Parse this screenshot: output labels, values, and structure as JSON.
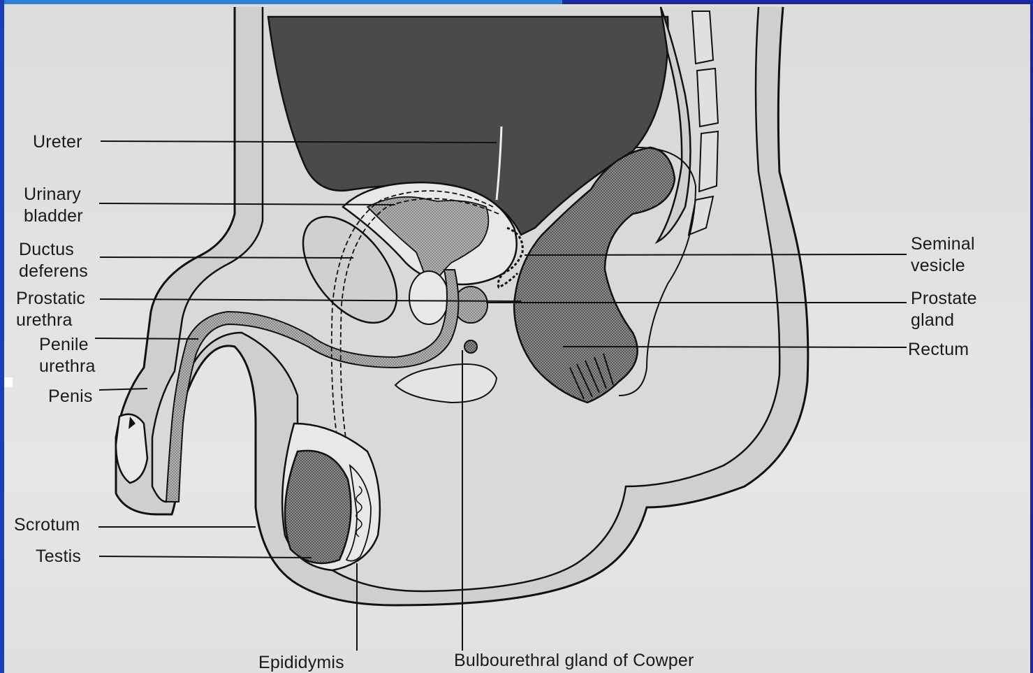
{
  "labels": {
    "ureter": "Ureter",
    "urinary_bladder": "Urinary\nbladder",
    "ductus_deferens": "Ductus\ndeferens",
    "prostatic_urethra": "Prostatic\nurethra",
    "penile_urethra": "Penile\nurethra",
    "penis": "Penis",
    "scrotum": "Scrotum",
    "testis": "Testis",
    "seminal_vesicle": "Seminal\nvesicle",
    "prostate_gland": "Prostate\ngland",
    "rectum": "Rectum",
    "epididymis": "Epididymis",
    "bulbourethral_gland": "Bulbourethral gland of Cowper"
  },
  "colors": {
    "frame_blue": "#1a2a9a",
    "frame_accent": "#2f7fd6",
    "paper": "#e0e0e0",
    "dark_fill": "#4a4a4a",
    "stipple_fill": "#9a9a9a",
    "light_fill": "#cfcfcf",
    "ink": "#111111"
  }
}
